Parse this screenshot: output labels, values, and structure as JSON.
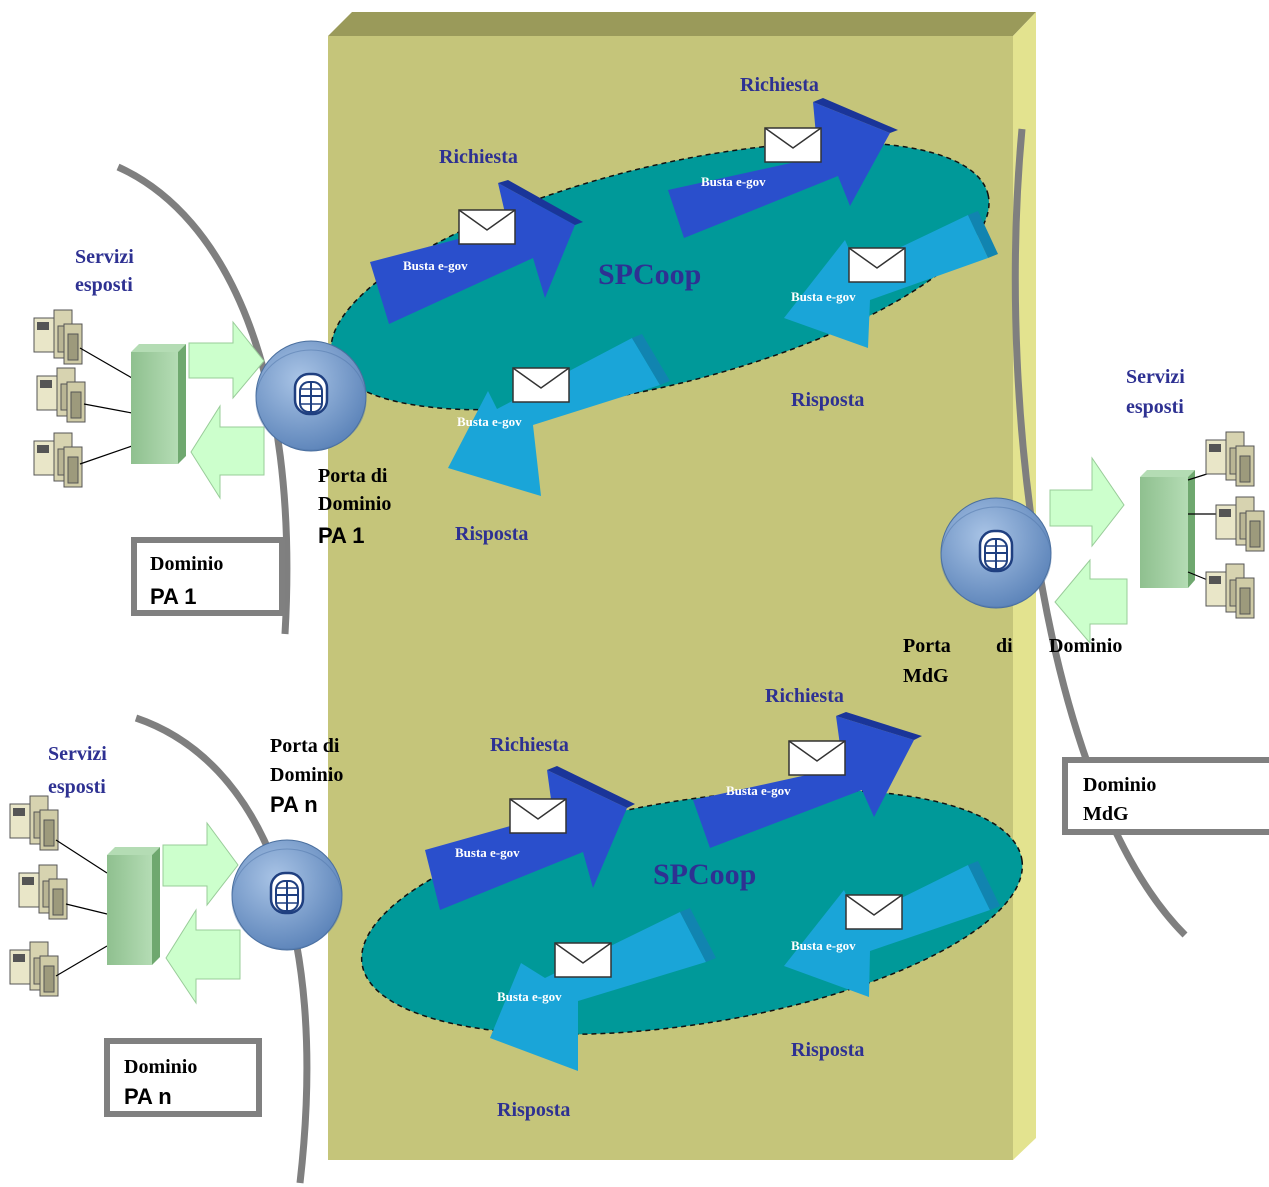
{
  "colors": {
    "panel": "#c5c57a",
    "panel_top": "#9a9a5a",
    "panel_side": "#e3e38f",
    "ellipse": "#009999",
    "request_arrow": "#2a4fcc",
    "response_arrow": "#1aa5d8",
    "label_blue": "#2e3192",
    "domain_arc": "#7f7f7f",
    "small_arrow": "#ccffcc",
    "router": "#6f96c8",
    "server_rack": "#99cc99"
  },
  "labels": {
    "richiesta": "Richiesta",
    "risposta": "Risposta",
    "busta": "Busta e-gov",
    "spcoop": "SPCoop",
    "servizi_1": "Servizi",
    "servizi_2": "esposti"
  },
  "pa1": {
    "porta_line1": "Porta di",
    "porta_line2": "Dominio",
    "porta_line3": "PA 1",
    "box_line1": "Dominio",
    "box_line2": "PA 1"
  },
  "pan": {
    "porta_line1": "Porta di",
    "porta_line2": "Dominio",
    "porta_line3": "PA n",
    "box_line1": "Dominio",
    "box_line2": "PA n"
  },
  "mdg": {
    "porta_word1": "Porta",
    "porta_word2": "di",
    "porta_word3": "Dominio",
    "porta_line2": "MdG",
    "box_line1": "Dominio",
    "box_line2": "MdG"
  }
}
